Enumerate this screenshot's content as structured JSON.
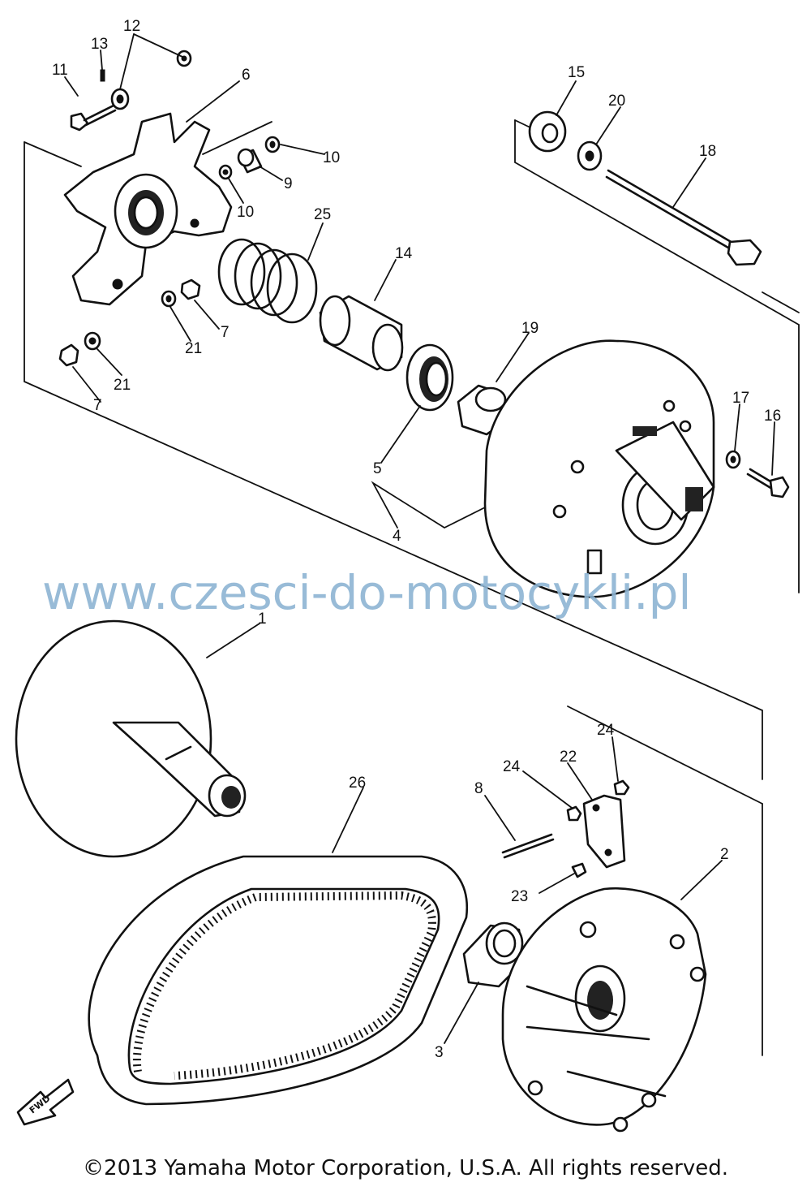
{
  "diagram": {
    "callouts": [
      {
        "id": "1",
        "label": "1"
      },
      {
        "id": "2",
        "label": "2"
      },
      {
        "id": "3",
        "label": "3"
      },
      {
        "id": "4",
        "label": "4"
      },
      {
        "id": "5",
        "label": "5"
      },
      {
        "id": "6",
        "label": "6"
      },
      {
        "id": "7a",
        "label": "7"
      },
      {
        "id": "7b",
        "label": "7"
      },
      {
        "id": "8",
        "label": "8"
      },
      {
        "id": "9",
        "label": "9"
      },
      {
        "id": "10a",
        "label": "10"
      },
      {
        "id": "10b",
        "label": "10"
      },
      {
        "id": "11",
        "label": "11"
      },
      {
        "id": "12",
        "label": "12"
      },
      {
        "id": "13",
        "label": "13"
      },
      {
        "id": "14",
        "label": "14"
      },
      {
        "id": "15",
        "label": "15"
      },
      {
        "id": "16",
        "label": "16"
      },
      {
        "id": "17",
        "label": "17"
      },
      {
        "id": "18",
        "label": "18"
      },
      {
        "id": "19",
        "label": "19"
      },
      {
        "id": "20",
        "label": "20"
      },
      {
        "id": "21a",
        "label": "21"
      },
      {
        "id": "21b",
        "label": "21"
      },
      {
        "id": "22",
        "label": "22"
      },
      {
        "id": "23",
        "label": "23"
      },
      {
        "id": "24a",
        "label": "24"
      },
      {
        "id": "24b",
        "label": "24"
      },
      {
        "id": "25",
        "label": "25"
      },
      {
        "id": "26",
        "label": "26"
      }
    ],
    "forward_marker": "FWD",
    "watermark": "www.czesci-do-motocykli.pl",
    "copyright": "©2013 Yamaha Motor Corporation, U.S.A. All rights reserved."
  },
  "colors": {
    "ink": "#111111",
    "watermark": "#8db4d3",
    "background": "#ffffff"
  }
}
